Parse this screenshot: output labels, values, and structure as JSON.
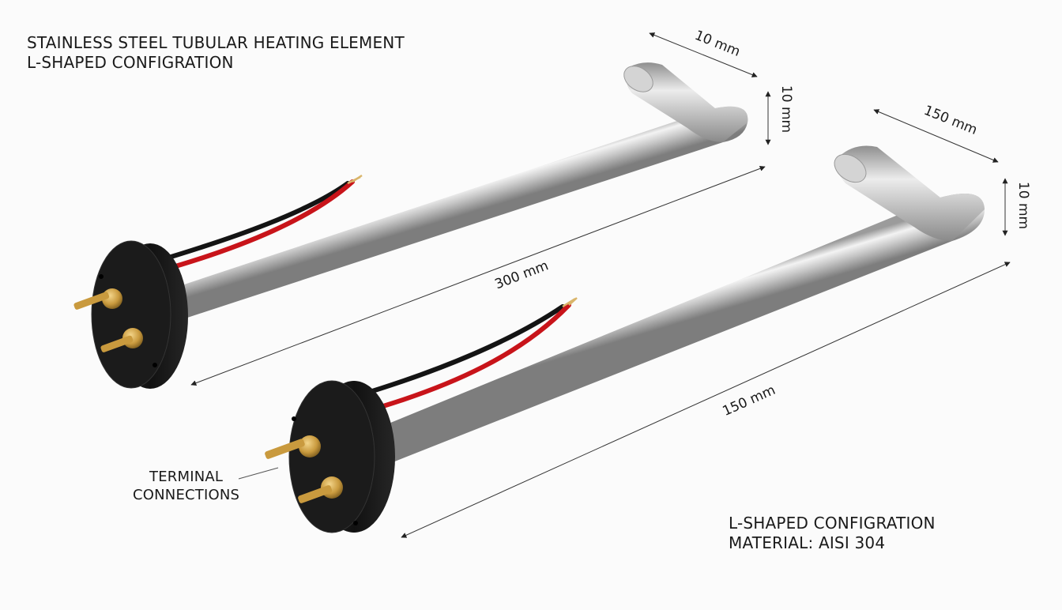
{
  "title": {
    "line1": "STAINLESS STEEL TUBULAR HEATING ELEMENT",
    "line2": "L-SHAPED CONFIGRATION"
  },
  "specs": {
    "line1": "L-SHAPED CONFIGRATION",
    "line2": "MATERIAL: AISI 304"
  },
  "terminal_label": {
    "line1": "TERMINAL",
    "line2": "CONNECTIONS"
  },
  "dimensions": {
    "top_element": {
      "length": "300 mm",
      "bend_width": "10 mm",
      "bend_height": "10 mm"
    },
    "bottom_element": {
      "length": "150 mm",
      "bend_width": "150 mm",
      "bend_height": "10 mm"
    }
  },
  "colors": {
    "steel_dark": "#8c8c8c",
    "steel_light": "#f2f2f2",
    "flange": "#1e1e1e",
    "wire_red": "#c8141a",
    "wire_black": "#141414",
    "brass": "#c99a3e"
  }
}
